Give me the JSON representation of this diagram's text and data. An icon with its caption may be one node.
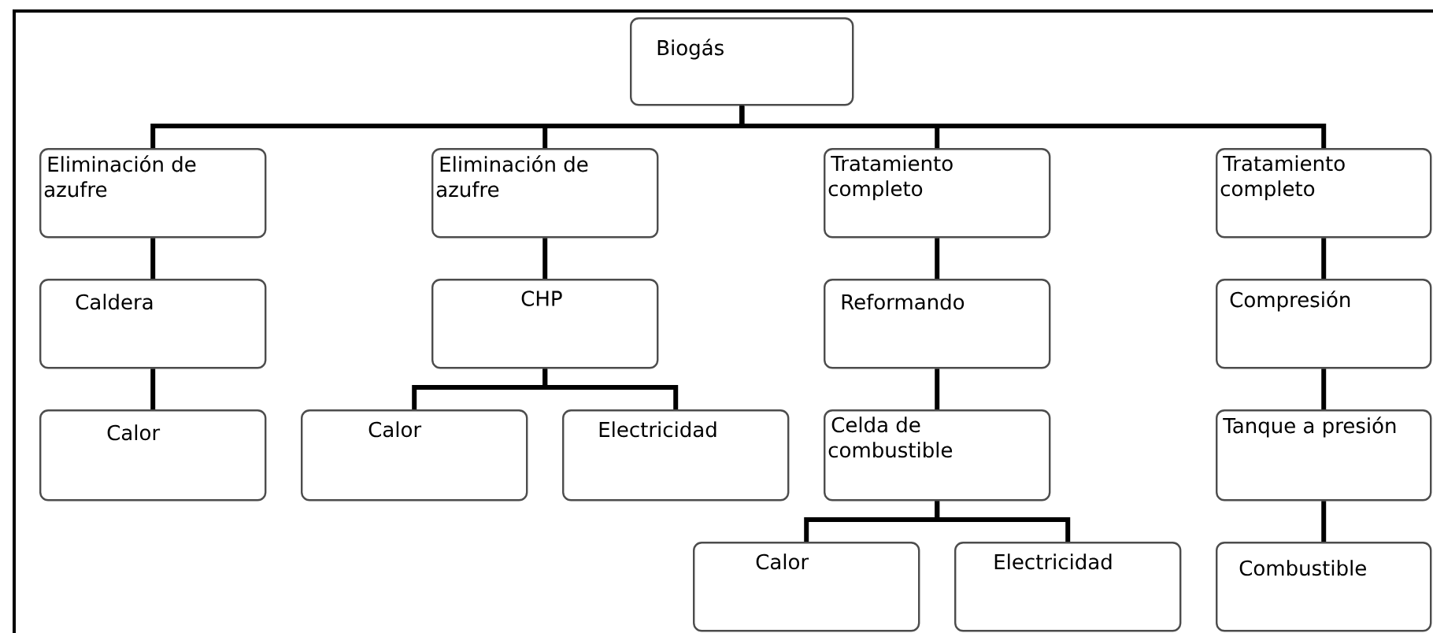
{
  "diagram": {
    "nodes": [
      {
        "text": [
          "Biogás"
        ]
      },
      {
        "text": [
          "Eliminación de azufre"
        ]
      },
      {
        "text": [
          "Eliminación de azufre"
        ]
      },
      {
        "text": [
          "Tratamiento completo"
        ]
      },
      {
        "text": [
          "Tratamiento completo"
        ]
      },
      {
        "text": [
          "Caldera"
        ]
      },
      {
        "text": [
          "CHP"
        ]
      },
      {
        "text": [
          "Reformando"
        ]
      },
      {
        "text": [
          "Compresión"
        ]
      },
      {
        "text": [
          "Calor"
        ]
      },
      {
        "text": [
          "Calor"
        ]
      },
      {
        "text": [
          "Electricidad"
        ]
      },
      {
        "text": [
          "Celda de combustible"
        ]
      },
      {
        "text": [
          "Tanque a presión"
        ]
      },
      {
        "text": [
          "Calor"
        ]
      },
      {
        "text": [
          "Electricidad"
        ]
      },
      {
        "text": [
          "Combustible"
        ]
      }
    ],
    "edges": [
      {
        "from": 0,
        "to": 1,
        "arrow": "none"
      },
      {
        "from": 0,
        "to": 2,
        "arrow": "none"
      },
      {
        "from": 0,
        "to": 3,
        "arrow": "none"
      },
      {
        "from": 0,
        "to": 4,
        "arrow": "none"
      },
      {
        "from": 1,
        "to": 5,
        "arrow": "none"
      },
      {
        "from": 5,
        "to": 9,
        "arrow": "none"
      },
      {
        "from": 2,
        "to": 6,
        "arrow": "none"
      },
      {
        "from": 6,
        "to": 10,
        "arrow": "none"
      },
      {
        "from": 6,
        "to": 11,
        "arrow": "none"
      },
      {
        "from": 3,
        "to": 7,
        "arrow": "none"
      },
      {
        "from": 7,
        "to": 12,
        "arrow": "none"
      },
      {
        "from": 12,
        "to": 14,
        "arrow": "none"
      },
      {
        "from": 12,
        "to": 15,
        "arrow": "none"
      },
      {
        "from": 4,
        "to": 8,
        "arrow": "none"
      },
      {
        "from": 8,
        "to": 13,
        "arrow": "none"
      },
      {
        "from": 13,
        "to": 16,
        "arrow": "none"
      }
    ]
  }
}
